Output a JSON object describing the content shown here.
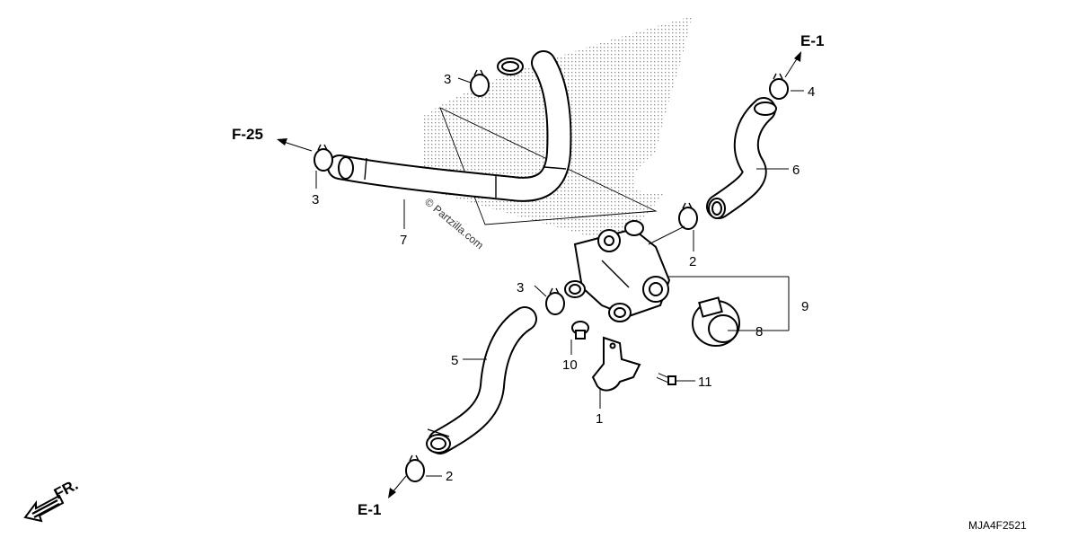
{
  "diagram": {
    "callouts": [
      "1",
      "2",
      "2",
      "3",
      "3",
      "3",
      "4",
      "5",
      "6",
      "7",
      "8",
      "9",
      "10",
      "11"
    ],
    "references": [
      "E-1",
      "E-1",
      "F-25"
    ],
    "front_marker": "FR.",
    "part_code": "MJA4F2521",
    "watermark": "© Partzilla.com"
  },
  "colors": {
    "line": "#000000",
    "background": "#ffffff",
    "stipple": "#9a9a9a"
  }
}
